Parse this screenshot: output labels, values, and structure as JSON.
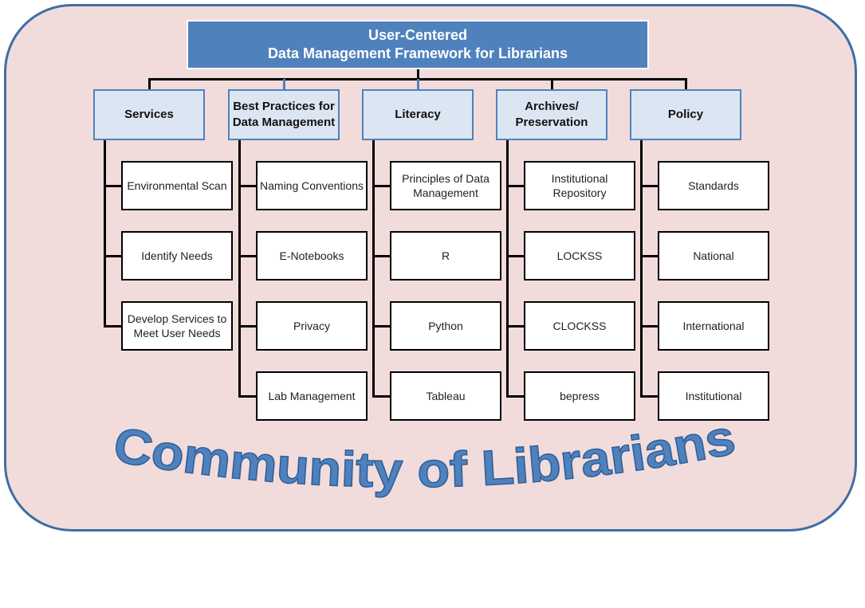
{
  "title": {
    "line1": "User-Centered",
    "line2": "Data Management Framework for Librarians"
  },
  "categories": [
    {
      "label": "Services",
      "children": [
        "Environmental Scan",
        "Identify Needs",
        "Develop Services to Meet User Needs"
      ]
    },
    {
      "label": "Best Practices for Data Management",
      "children": [
        "Naming Conventions",
        "E-Notebooks",
        "Privacy",
        "Lab Management"
      ]
    },
    {
      "label": "Literacy",
      "children": [
        "Principles of Data Management",
        "R",
        "Python",
        "Tableau"
      ]
    },
    {
      "label": "Archives/ Preservation",
      "children": [
        "Institutional Repository",
        "LOCKSS",
        "CLOCKSS",
        "bepress"
      ]
    },
    {
      "label": "Policy",
      "children": [
        "Standards",
        "National",
        "International",
        "Institutional"
      ]
    }
  ],
  "footer": "Community of Librarians",
  "colors": {
    "background": "#f2dcdb",
    "accent": "#4f81bd",
    "category_fill": "#dce6f2"
  }
}
